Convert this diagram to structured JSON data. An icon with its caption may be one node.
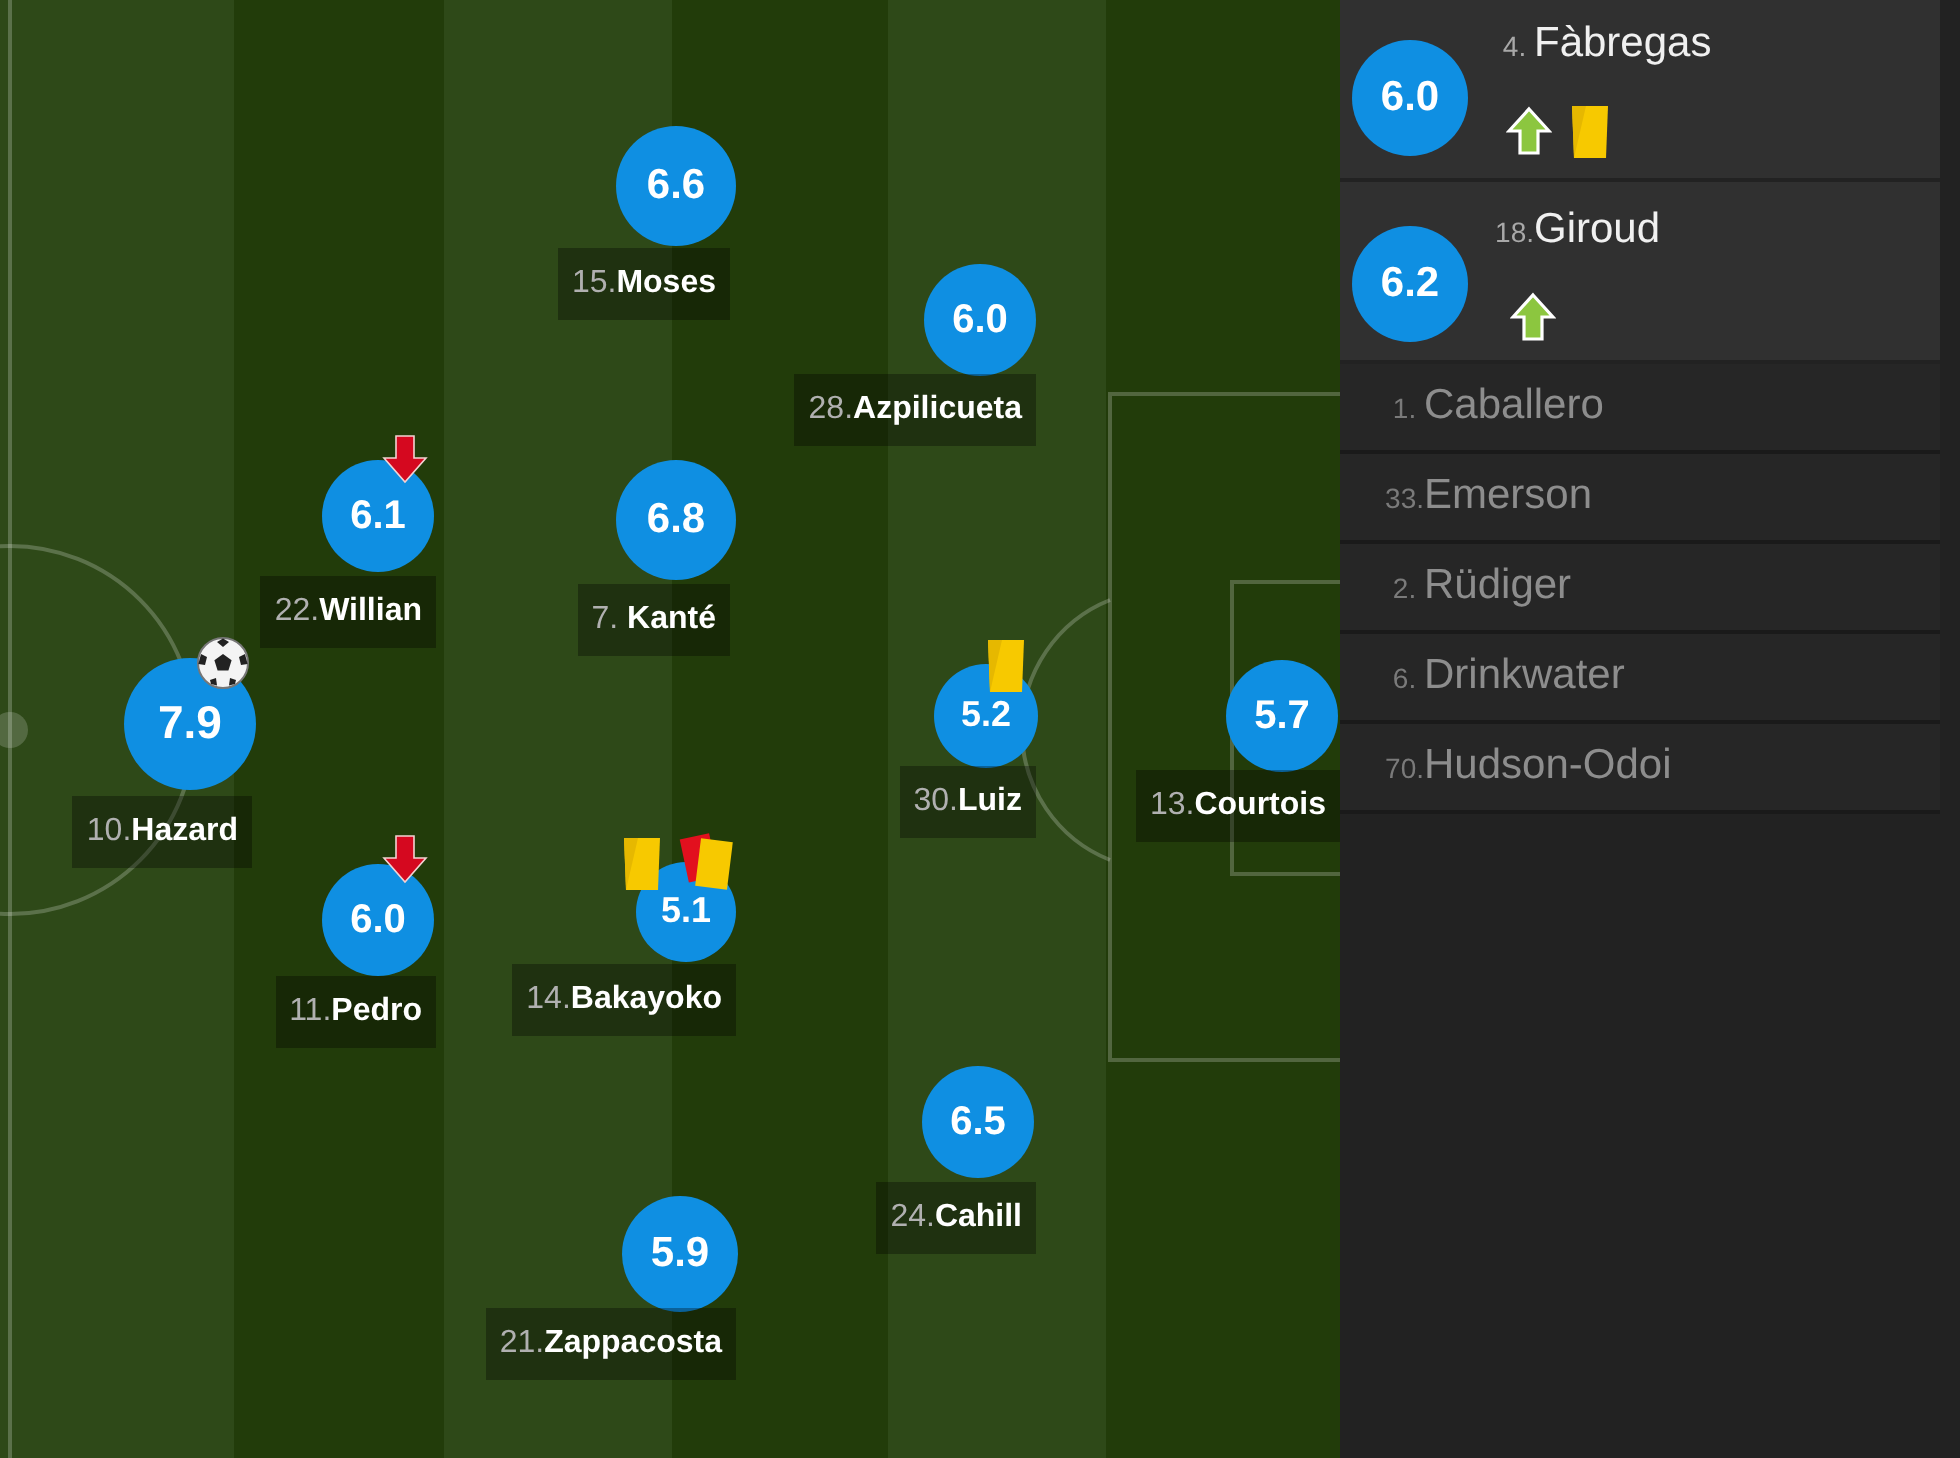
{
  "diagram": {
    "nodes": [
      {
        "text": [
          "6.6"
        ],
        "beside": [
          "15.Moses"
        ]
      },
      {
        "text": [
          "6.0"
        ],
        "beside": [
          "28.Azpilicueta"
        ]
      },
      {
        "text": [
          "6.1"
        ],
        "beside": [
          "22.Willian"
        ]
      },
      {
        "text": [
          "6.8"
        ],
        "beside": [
          "7. Kanté"
        ]
      },
      {
        "text": [
          "7.9"
        ],
        "beside": [
          "10.Hazard"
        ]
      },
      {
        "text": [
          "5.2"
        ],
        "beside": [
          "30.Luiz"
        ]
      },
      {
        "text": [
          "5.7"
        ],
        "beside": [
          "13.Courtois"
        ]
      },
      {
        "text": [
          "6.0"
        ],
        "beside": [
          "11.Pedro"
        ]
      },
      {
        "text": [
          "5.1"
        ],
        "beside": [
          "14.Bakayoko"
        ]
      },
      {
        "text": [
          "6.5"
        ],
        "beside": [
          "24.Cahill"
        ]
      },
      {
        "text": [
          "5.9"
        ],
        "beside": [
          "21.Zappacosta"
        ]
      },
      {
        "text": [
          "6.0"
        ],
        "beside": [
          "4. Fàbregas"
        ]
      },
      {
        "text": [
          "6.2"
        ],
        "beside": [
          "18.Giroud"
        ]
      }
    ],
    "labels": [
      "1. Caballero",
      "33.Emerson",
      "2. Rüdiger",
      "6. Drinkwater",
      "70.Hudson-Odoi"
    ]
  }
}
